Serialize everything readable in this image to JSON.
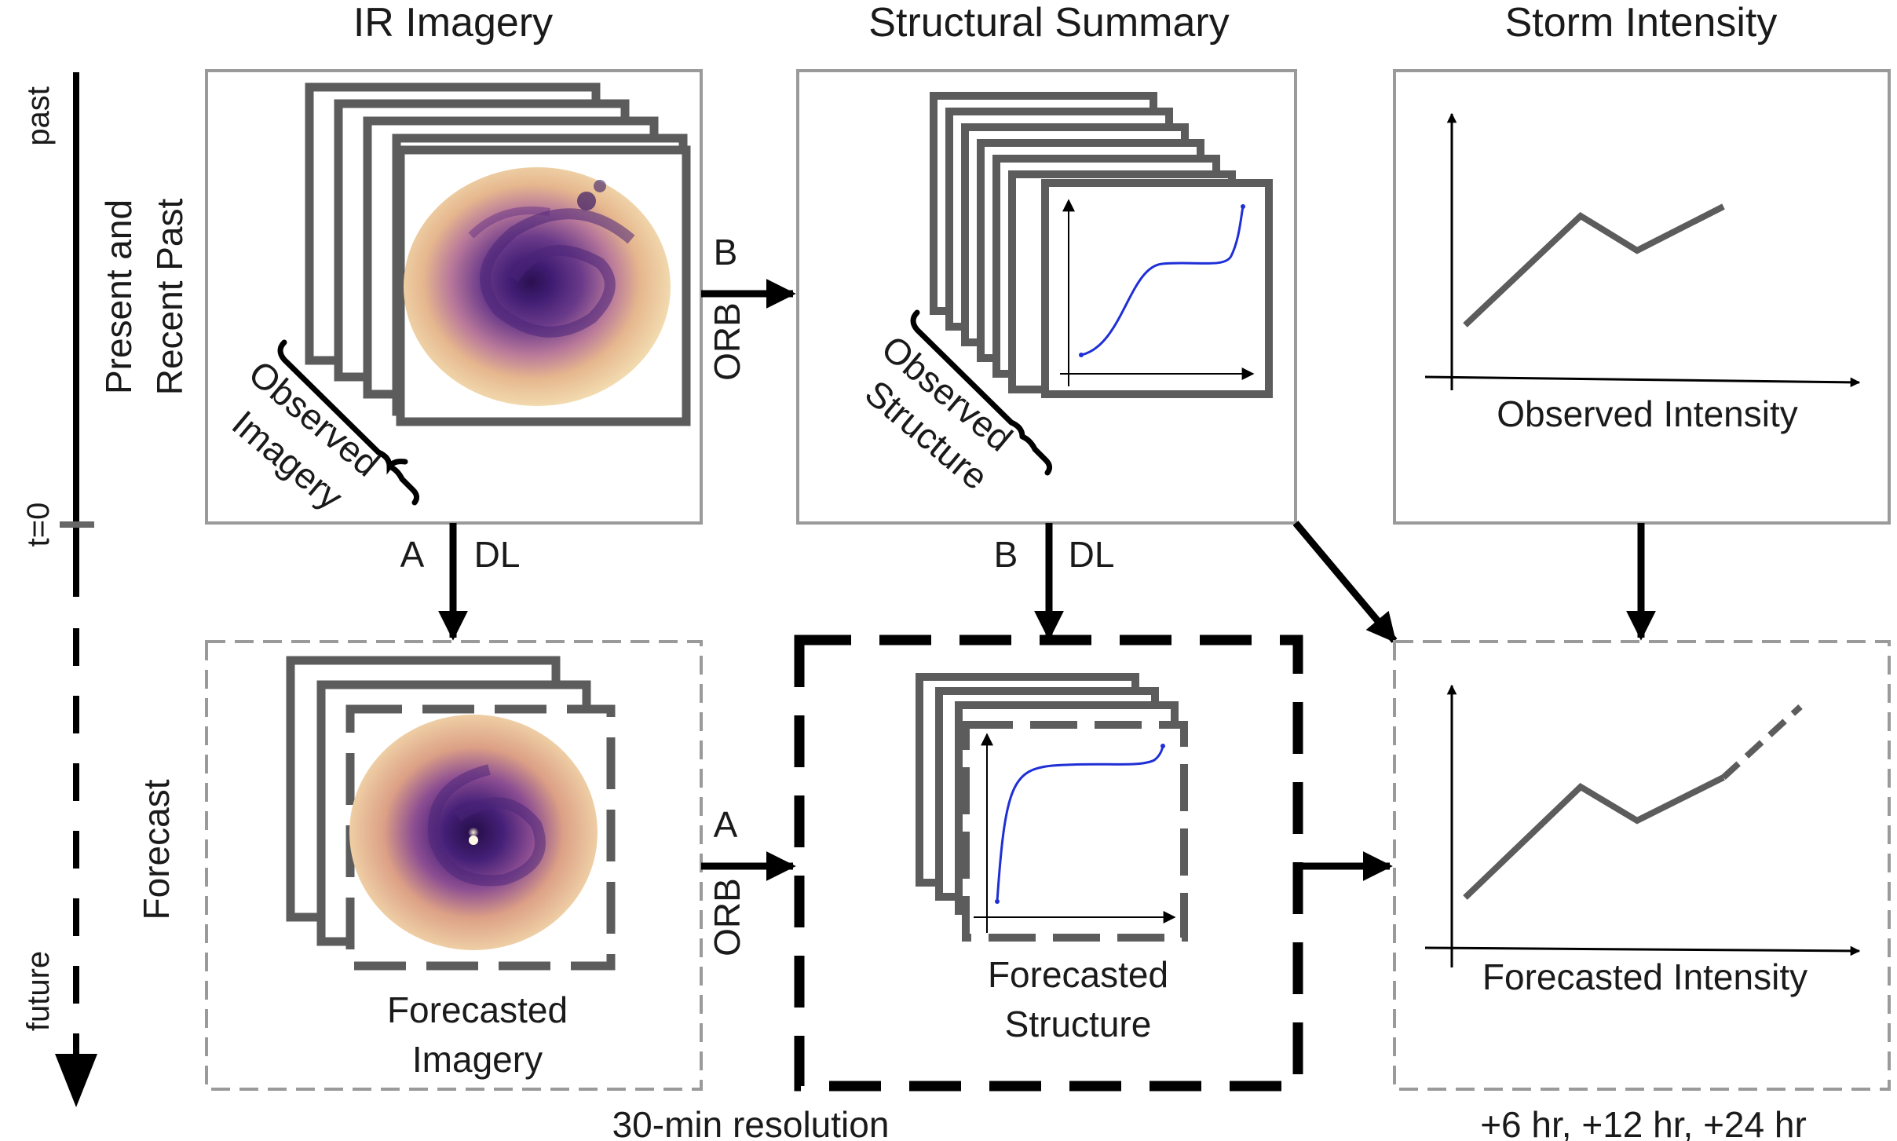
{
  "columns": {
    "ir_imagery": "IR Imagery",
    "structural_summary": "Structural Summary",
    "storm_intensity": "Storm Intensity"
  },
  "timeline": {
    "past": "past",
    "t0": "t=0",
    "future": "future"
  },
  "rows": {
    "present_line1": "Present and",
    "present_line2": "Recent Past",
    "forecast": "Forecast"
  },
  "panels": {
    "observed_imagery": [
      "Observed",
      "Imagery"
    ],
    "observed_structure": [
      "Observed",
      "Structure"
    ],
    "observed_intensity": "Observed Intensity",
    "forecasted_imagery": [
      "Forecasted",
      "Imagery"
    ],
    "forecasted_structure": [
      "Forecasted",
      "Structure"
    ],
    "forecasted_intensity": "Forecasted Intensity"
  },
  "arrows": {
    "top_horizontal_letter": "B",
    "top_horizontal_method": "ORB",
    "left_down_letter": "A",
    "left_down_method": "DL",
    "mid_down_letter": "B",
    "mid_down_method": "DL",
    "bottom_horizontal_letter": "A",
    "bottom_horizontal_method": "ORB"
  },
  "footer": {
    "resolution": "30-min resolution",
    "horizons": "+6 hr, +12 hr, +24 hr"
  },
  "colors": {
    "frame": "#5c5c5c",
    "panel_border": "#9a9a9a",
    "arrow": "#000000",
    "curve": "#1f2fd6",
    "storm_dark": "#3a1a66",
    "storm_light": "#f3dcaa"
  },
  "icons": [
    "arrow-right-icon",
    "arrow-down-icon",
    "storm-image-icon",
    "curve-plot-icon",
    "line-chart-icon"
  ]
}
